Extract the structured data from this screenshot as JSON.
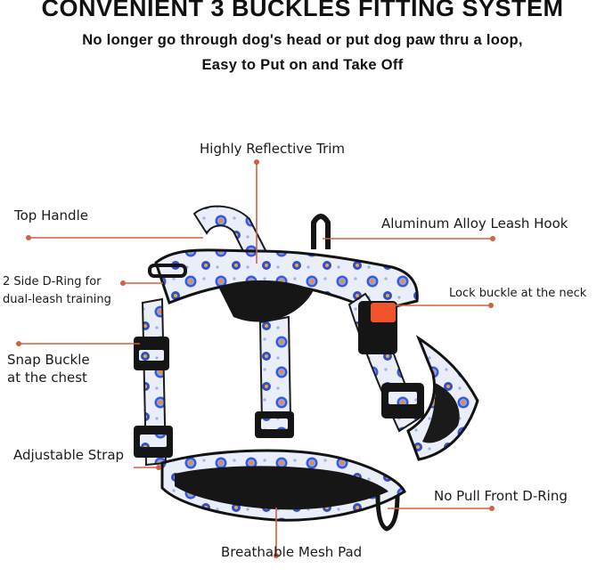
{
  "header": {
    "title": "CONVENIENT 3 BUCKLES FITTING SYSTEM",
    "subtitle_line1": "No longer go through dog's head or put dog paw thru a loop,",
    "subtitle_line2": "Easy to Put on and Take Off"
  },
  "labels": {
    "reflective": "Highly Reflective Trim",
    "top_handle": "Top Handle",
    "leash_hook": "Aluminum Alloy Leash Hook",
    "side_dring_1": "2 Side D-Ring for",
    "side_dring_2": "dual-leash training",
    "lock_buckle": "Lock buckle at the neck",
    "snap_buckle_1": "Snap Buckle",
    "snap_buckle_2": "at the chest",
    "adjustable_strap": "Adjustable Strap",
    "front_dring": "No Pull Front D-Ring",
    "mesh_pad": "Breathable Mesh Pad"
  },
  "colors": {
    "callout": "#d4603f",
    "strap_fabric": "#e9eef8",
    "flower_blue": "#2f4fd0",
    "flower_center": "#f08a24",
    "lock_buckle": "#f0522a",
    "hardware": "#151515"
  }
}
